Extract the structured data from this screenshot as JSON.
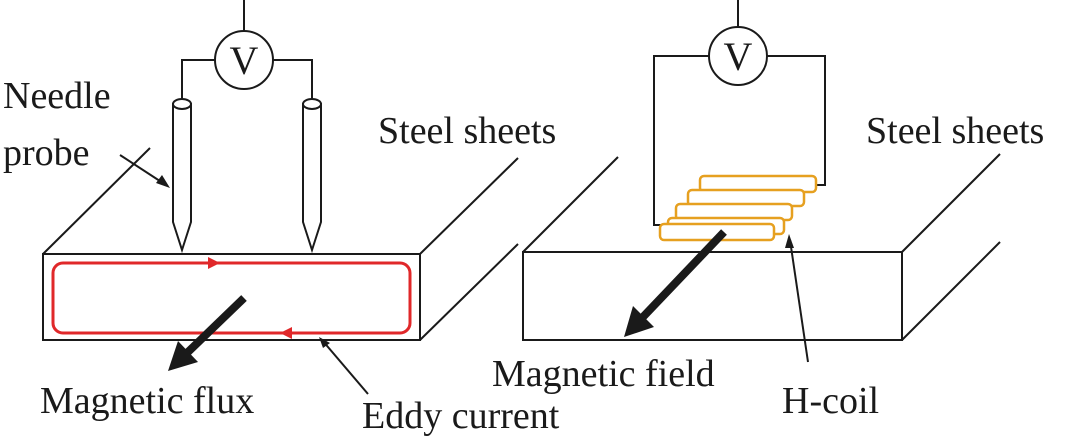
{
  "left_panel": {
    "voltmeter_symbol": "V",
    "label_needle": "Needle",
    "label_probe": "probe",
    "label_steel": "Steel sheets",
    "label_flux": "Magnetic flux",
    "label_eddy": "Eddy current"
  },
  "right_panel": {
    "voltmeter_symbol": "V",
    "label_steel": "Steel sheets",
    "label_field": "Magnetic field",
    "label_hcoil": "H-coil"
  },
  "colors": {
    "line": "#1a1a1a",
    "eddy_current": "#e0282a",
    "coil": "#e6a020"
  },
  "icons": [
    "voltmeter-icon",
    "needle-probe-icon",
    "h-coil-icon",
    "arrow-icon"
  ]
}
